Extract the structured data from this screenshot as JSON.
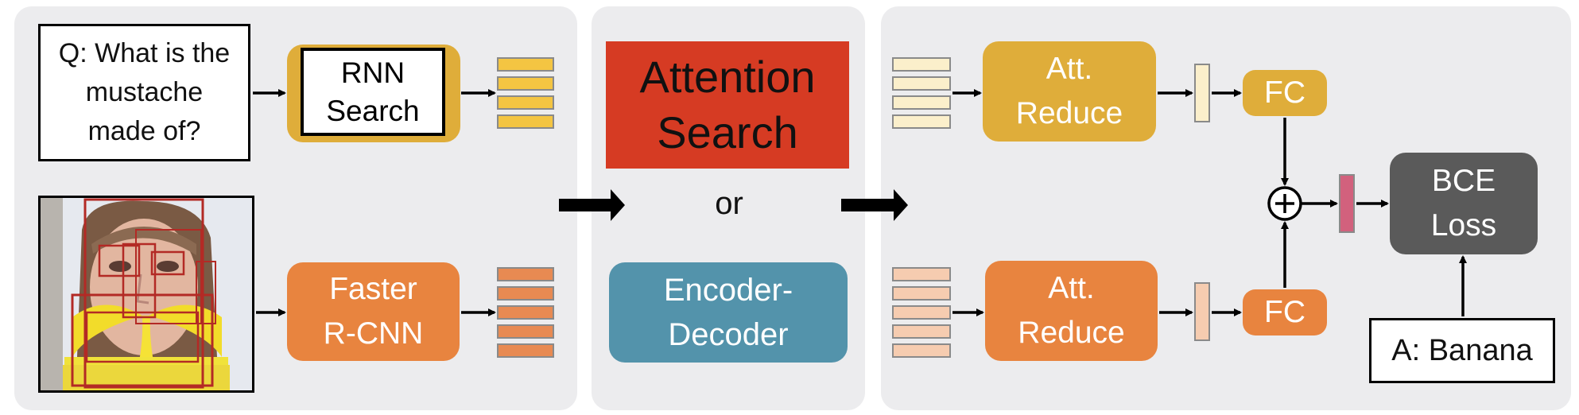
{
  "question": {
    "line1": "Q: What is the",
    "line2": "mustache",
    "line3": "made of?"
  },
  "rnn_search": {
    "line1": "RNN",
    "line2": "Search"
  },
  "faster_rcnn": {
    "line1": "Faster",
    "line2": "R-CNN"
  },
  "attention_search": {
    "line1": "Attention",
    "line2": "Search"
  },
  "or_label": "or",
  "encoder_decoder": {
    "line1": "Encoder-",
    "line2": "Decoder"
  },
  "att_reduce_top": {
    "line1": "Att.",
    "line2": "Reduce"
  },
  "att_reduce_bottom": {
    "line1": "Att.",
    "line2": "Reduce"
  },
  "fc_top": "FC",
  "fc_bottom": "FC",
  "bce_loss": {
    "line1": "BCE",
    "line2": "Loss"
  },
  "answer": "A: Banana",
  "colors": {
    "panel_bg": "#ececee",
    "gold": "#dfad3a",
    "orange": "#e8843f",
    "red": "#d63b23",
    "teal": "#5393ab",
    "dark_gray": "#5a5a5a",
    "question_feature": "#f4c542",
    "image_feature": "#e88a52",
    "att_feature_top": "#fbefcb",
    "att_feature_bottom": "#f6ccb0",
    "fused_feature": "#d2617d",
    "region_box": "#b32a25"
  }
}
